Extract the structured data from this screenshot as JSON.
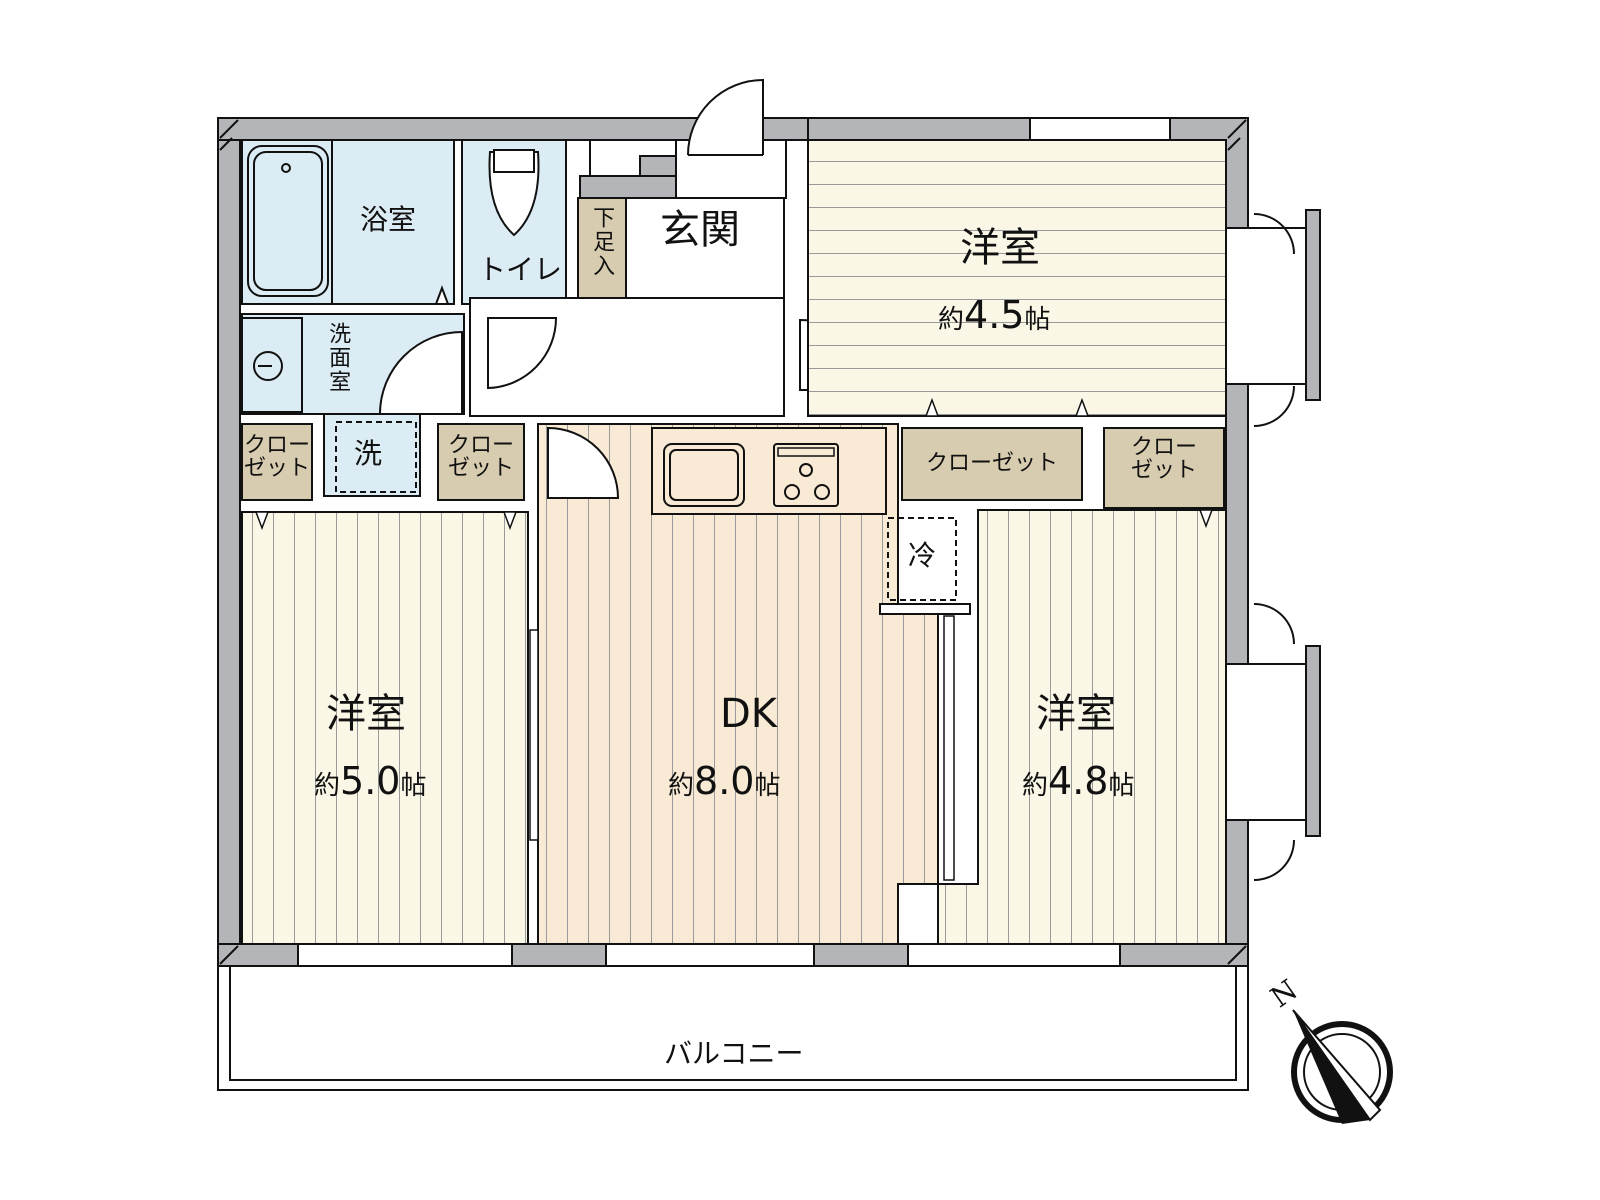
{
  "plan": {
    "rooms": {
      "bath": {
        "label": "浴室"
      },
      "toilet": {
        "label": "トイレ"
      },
      "shoe_box": {
        "label": "下足入"
      },
      "entrance": {
        "label": "玄関"
      },
      "western_ne": {
        "label": "洋室",
        "prefix": "約",
        "size": "4.5",
        "unit": "帖"
      },
      "washroom": {
        "label": "洗面室"
      },
      "washer": {
        "label": "洗"
      },
      "closet_w1": {
        "label": "クロー\nゼット"
      },
      "closet_w2": {
        "label": "クロー\nゼット"
      },
      "closet_main": {
        "label": "クローゼット"
      },
      "closet_e": {
        "label": "クロー\nゼット"
      },
      "fridge": {
        "label": "冷"
      },
      "western_w": {
        "label": "洋室",
        "prefix": "約",
        "size": "5.0",
        "unit": "帖"
      },
      "dk": {
        "label": "DK",
        "prefix": "約",
        "size": "8.0",
        "unit": "帖"
      },
      "western_e": {
        "label": "洋室",
        "prefix": "約",
        "size": "4.8",
        "unit": "帖"
      },
      "balcony": {
        "label": "バルコニー"
      }
    },
    "compass": {
      "label": "N"
    },
    "colors": {
      "wall": "#b4b5b8",
      "wet": "#dcecf4",
      "closet": "#d8ccb0",
      "room": "#fbf7e6",
      "dk": "#f8ead4",
      "line": "#111111"
    }
  }
}
